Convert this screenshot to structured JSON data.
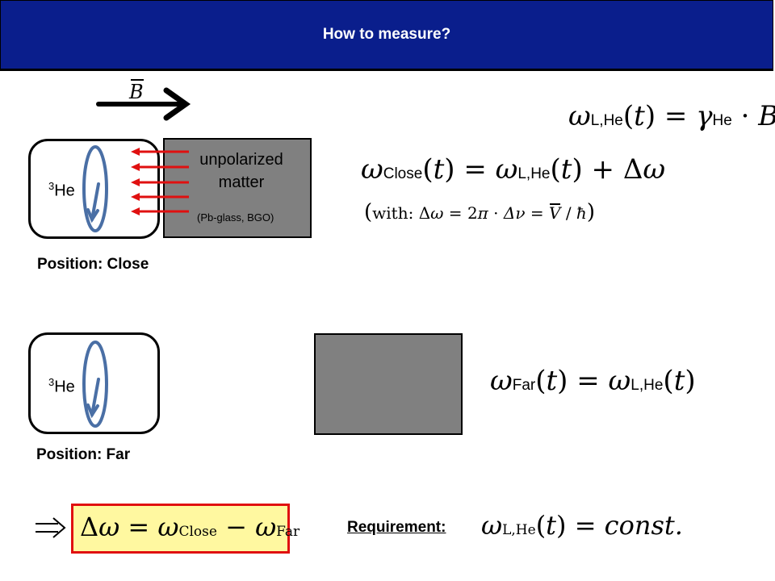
{
  "header": {
    "title": "How to measure?"
  },
  "field": {
    "symbol": "B"
  },
  "close": {
    "isotope_mass": "3",
    "isotope_symbol": "He",
    "matter_line1": "unpolarized",
    "matter_line2": "matter",
    "matter_examples": "(Pb-glass, BGO)",
    "position_label": "Position: Close"
  },
  "far": {
    "isotope_mass": "3",
    "isotope_symbol": "He",
    "position_label": "Position: Far"
  },
  "equations": {
    "omega": "ω",
    "gamma": "γ",
    "delta": "Δ",
    "nu": "ν",
    "pi": "π",
    "hbar": "ħ",
    "time_var": "t",
    "energy": "V",
    "two": "2",
    "sub_lhe": "L,He",
    "sub_lhe_serif": "L,He",
    "sub_he": "He",
    "sub_close": "Close",
    "sub_far": "Far",
    "with_word": "with:",
    "const_word": "const."
  },
  "requirement": {
    "label": "Requirement:"
  },
  "colors": {
    "header_bg": "#0a1e8c",
    "arrow_red": "#e01010",
    "spin_blue": "#4a6fa5",
    "matter_gray": "#808080",
    "result_bg": "#fff8a0"
  }
}
